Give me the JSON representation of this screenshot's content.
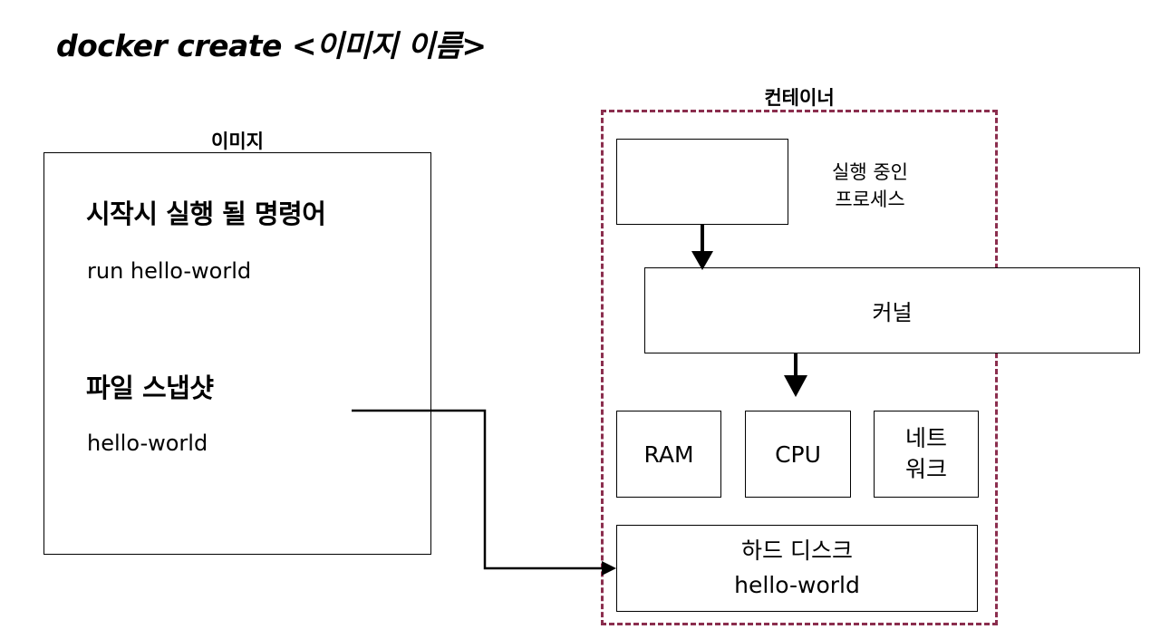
{
  "title": "docker create <이미지 이름>",
  "image_box": {
    "label": "이미지",
    "startup_heading": "시작시 실행 될 명령어",
    "startup_command": "run hello-world",
    "snapshot_heading": "파일 스냅샷",
    "snapshot_value": "hello-world"
  },
  "container_box": {
    "label": "컨테이너",
    "process_label_line1": "실행 중인",
    "process_label_line2": "프로세스",
    "kernel_label": "커널",
    "ram_label": "RAM",
    "cpu_label": "CPU",
    "network_line1": "네트",
    "network_line2": "워크",
    "disk_line1": "하드 디스크",
    "disk_line2": "hello-world",
    "border_color": "#8b2e4e"
  }
}
